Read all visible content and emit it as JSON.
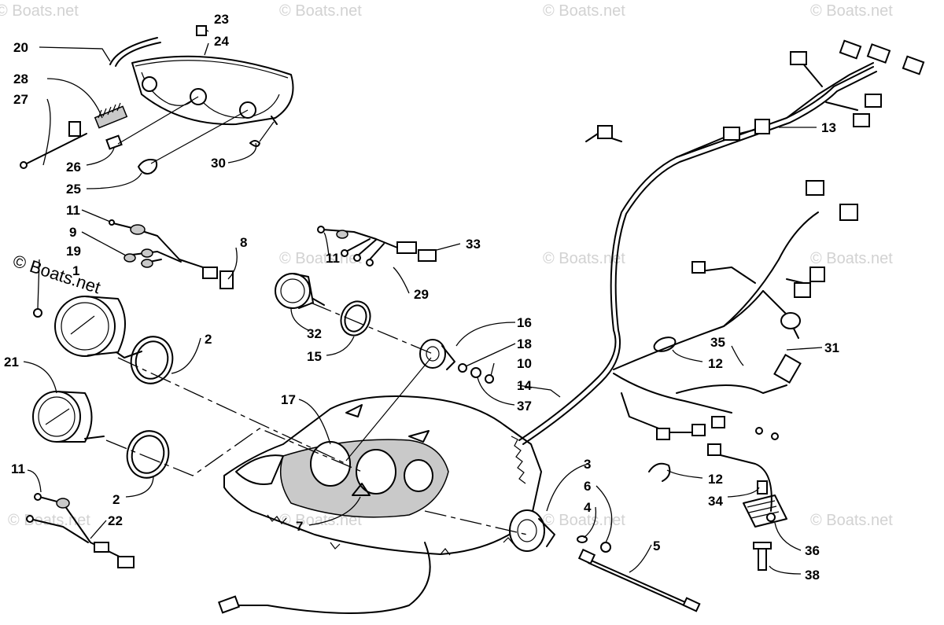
{
  "watermark": {
    "text": "© Boats.net"
  },
  "callouts": [
    {
      "id": "c20",
      "label": "20"
    },
    {
      "id": "c23",
      "label": "23"
    },
    {
      "id": "c24",
      "label": "24"
    },
    {
      "id": "c28",
      "label": "28"
    },
    {
      "id": "c27",
      "label": "27"
    },
    {
      "id": "c26",
      "label": "26"
    },
    {
      "id": "c30",
      "label": "30"
    },
    {
      "id": "c25",
      "label": "25"
    },
    {
      "id": "c11a",
      "label": "11"
    },
    {
      "id": "c9",
      "label": "9"
    },
    {
      "id": "c8",
      "label": "8"
    },
    {
      "id": "c19",
      "label": "19"
    },
    {
      "id": "c1",
      "label": "1"
    },
    {
      "id": "c2a",
      "label": "2"
    },
    {
      "id": "c21",
      "label": "21"
    },
    {
      "id": "c11c",
      "label": "11"
    },
    {
      "id": "c2b",
      "label": "2"
    },
    {
      "id": "c22",
      "label": "22"
    },
    {
      "id": "c33",
      "label": "33"
    },
    {
      "id": "c11b",
      "label": "11"
    },
    {
      "id": "c29",
      "label": "29"
    },
    {
      "id": "c32",
      "label": "32"
    },
    {
      "id": "c15",
      "label": "15"
    },
    {
      "id": "c16",
      "label": "16"
    },
    {
      "id": "c18",
      "label": "18"
    },
    {
      "id": "c10",
      "label": "10"
    },
    {
      "id": "c37",
      "label": "37"
    },
    {
      "id": "c17",
      "label": "17"
    },
    {
      "id": "c7",
      "label": "7"
    },
    {
      "id": "c14",
      "label": "14"
    },
    {
      "id": "c3",
      "label": "3"
    },
    {
      "id": "c6",
      "label": "6"
    },
    {
      "id": "c4",
      "label": "4"
    },
    {
      "id": "c5",
      "label": "5"
    },
    {
      "id": "c13",
      "label": "13"
    },
    {
      "id": "c35",
      "label": "35"
    },
    {
      "id": "c31",
      "label": "31"
    },
    {
      "id": "c12a",
      "label": "12"
    },
    {
      "id": "c12b",
      "label": "12"
    },
    {
      "id": "c34",
      "label": "34"
    },
    {
      "id": "c36",
      "label": "36"
    },
    {
      "id": "c38",
      "label": "38"
    }
  ]
}
